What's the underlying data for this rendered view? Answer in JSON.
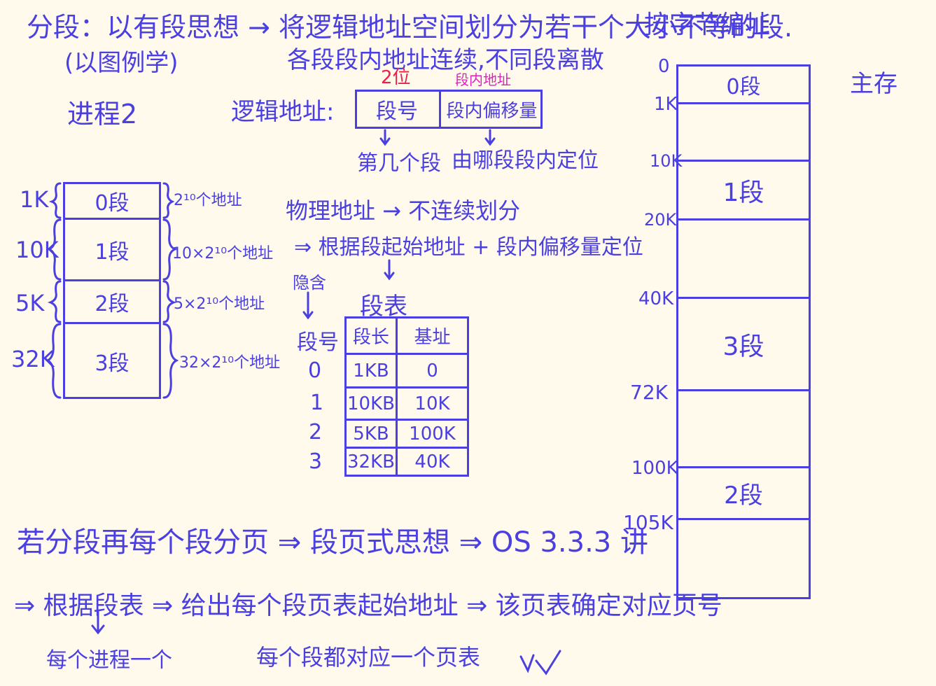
{
  "header": {
    "line1": "分段：以有段思想 → 将逻辑地址空间划分为若干个大小不等的段.",
    "line1_right": "按字节编址",
    "line2": "(以图例学)",
    "line3": "各段段内地址连续,不同段离散"
  },
  "process_label": "进程2",
  "logical_address": {
    "label": "逻辑地址:",
    "bits_label": "2位",
    "offset_note": "段内地址",
    "field_segno": "段号",
    "field_offset": "段内偏移量",
    "under_segno": "第几个段",
    "under_offset": "由哪段段内定位"
  },
  "process_segments": [
    {
      "size": "1K",
      "name": "0段",
      "note": "2¹⁰个地址"
    },
    {
      "size": "10K",
      "name": "1段",
      "note": "10×2¹⁰个地址"
    },
    {
      "size": "5K",
      "name": "2段",
      "note": "5×2¹⁰个地址"
    },
    {
      "size": "32K",
      "name": "3段",
      "note": "32×2¹⁰个地址"
    }
  ],
  "physical": {
    "line1": "物理地址 → 不连续划分",
    "line2": "⇒ 根据段起始地址 + 段内偏移量定位"
  },
  "segment_table": {
    "title": "段表",
    "implicit_label": "隐含",
    "segno_label": "段号",
    "headers": [
      "段长",
      "基址"
    ],
    "rows": [
      {
        "no": "0",
        "len": "1KB",
        "base": "0"
      },
      {
        "no": "1",
        "len": "10KB",
        "base": "10K"
      },
      {
        "no": "2",
        "len": "5KB",
        "base": "100K"
      },
      {
        "no": "3",
        "len": "32KB",
        "base": "40K"
      }
    ]
  },
  "memory": {
    "label": "主存",
    "markers": [
      "0",
      "1K",
      "10K",
      "20K",
      "40K",
      "72K",
      "100K",
      "105K"
    ],
    "blocks": [
      "0段",
      "1段",
      "3段",
      "2段"
    ]
  },
  "bottom": {
    "line1": "若分段再每个段分页 ⇒ 段页式思想 ⇒ OS 3.3.3 讲",
    "line2": "⇒ 根据段表 ⇒ 给出每个段页表起始地址 ⇒ 该页表确定对应页号",
    "note_left": "每个进程一个",
    "note_right": "每个段都对应一个页表"
  }
}
